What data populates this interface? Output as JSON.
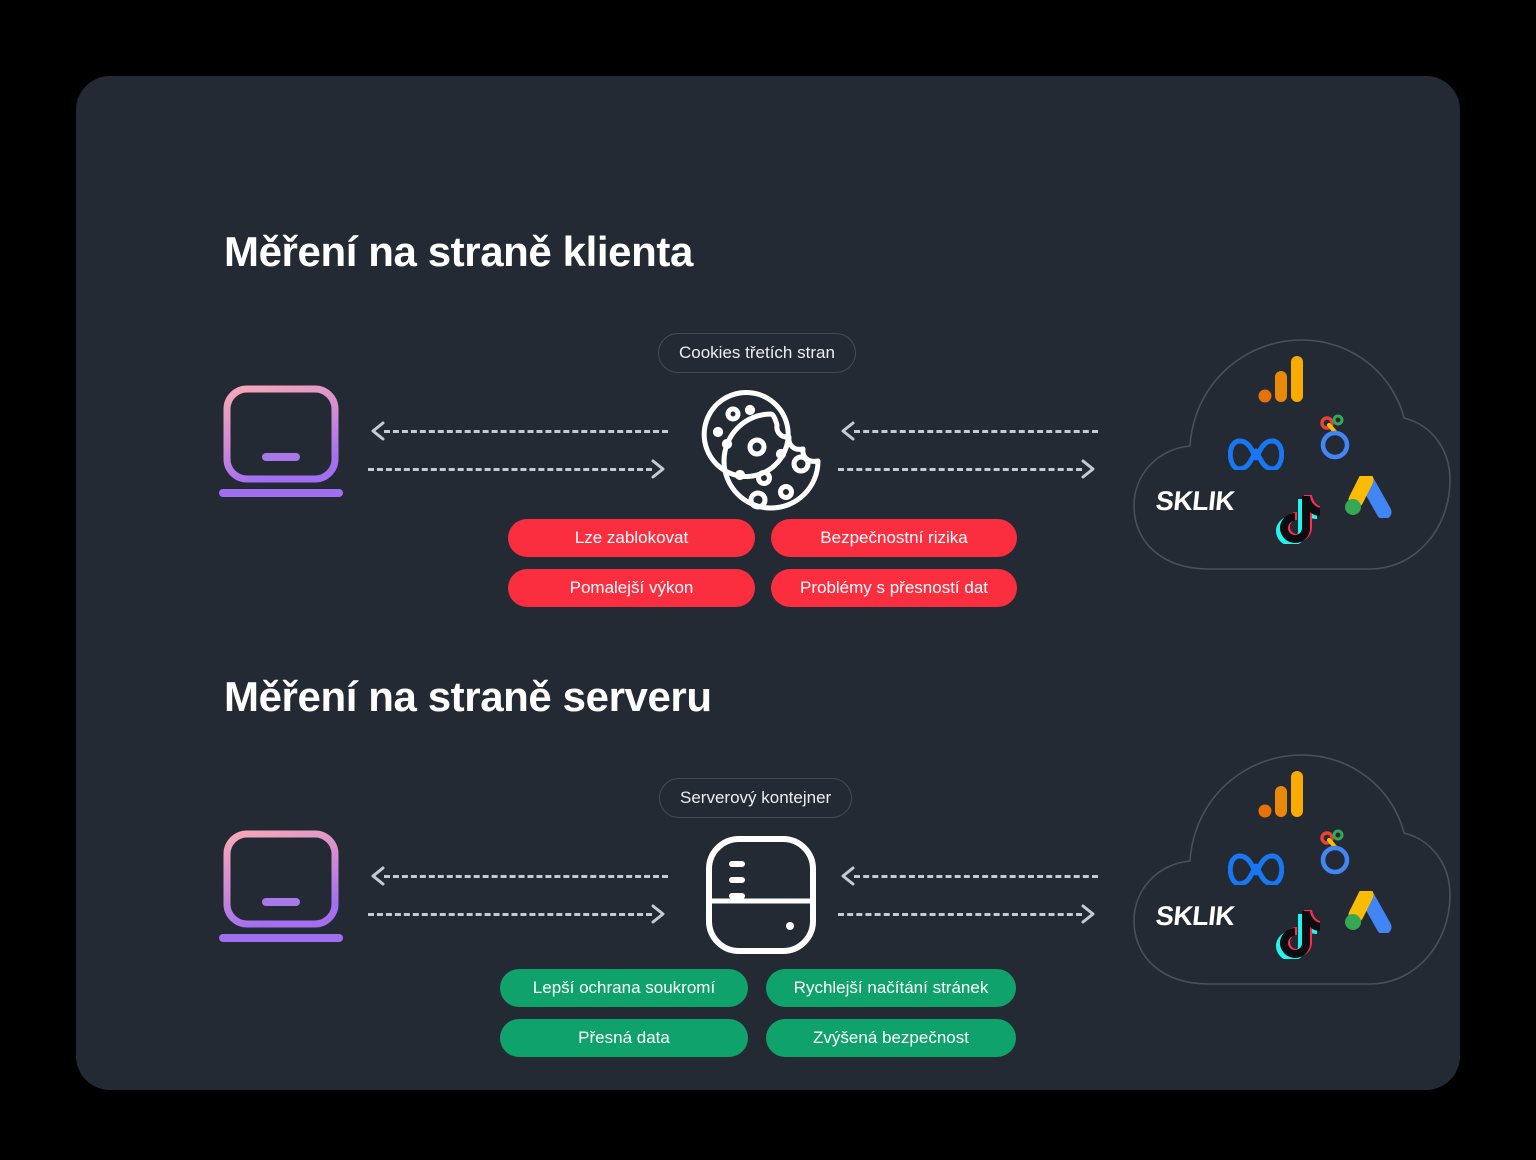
{
  "page": {
    "background_color": "#000000",
    "card_color": "#242a33"
  },
  "sections": [
    {
      "id": "client-side",
      "title": "Měření na straně klienta",
      "badge": "Cookies třetích stran",
      "center_icon": "cookies-icon",
      "accent_color": "#fb2e40",
      "pills": [
        "Lze zablokovat",
        "Bezpečnostní rizika",
        "Pomalejší výkon",
        "Problémy s přesností dat"
      ]
    },
    {
      "id": "server-side",
      "title": "Měření na straně serveru",
      "badge": "Serverový kontejner",
      "center_icon": "server-icon",
      "accent_color": "#0fa36b",
      "pills": [
        "Lepší ochrana soukromí",
        "Rychlejší načítání stránek",
        "Přesná data",
        "Zvýšená bezpečnost"
      ]
    }
  ],
  "cloud": {
    "label": "cloud-platforms",
    "platforms": [
      {
        "name": "Google Analytics",
        "icon": "google-analytics-icon",
        "colors": [
          "#F29900",
          "#FBBC04"
        ]
      },
      {
        "name": "Google Tag Manager",
        "icon": "google-tag-manager-icon",
        "colors": [
          "#4285F4",
          "#EA4335",
          "#FBBC04",
          "#34A853"
        ]
      },
      {
        "name": "Meta",
        "icon": "meta-icon",
        "colors": [
          "#1877F2",
          "#0082FB"
        ]
      },
      {
        "name": "Sklik",
        "icon": "sklik-logo",
        "wordmark": "SKLIK",
        "colors": [
          "#FFFFFF"
        ]
      },
      {
        "name": "TikTok",
        "icon": "tiktok-icon",
        "colors": [
          "#25F4EE",
          "#FE2C55",
          "#000000"
        ]
      },
      {
        "name": "Google Ads",
        "icon": "google-ads-icon",
        "colors": [
          "#FBBC04",
          "#4285F4",
          "#34A853"
        ]
      }
    ]
  },
  "devices": {
    "client_device": "laptop-icon",
    "laptop_gradient": [
      "#f4a8b4",
      "#a46ee8"
    ]
  },
  "arrows": {
    "left_direction": "left",
    "right_direction": "right",
    "style": "dashed",
    "color": "#c6cad1"
  }
}
